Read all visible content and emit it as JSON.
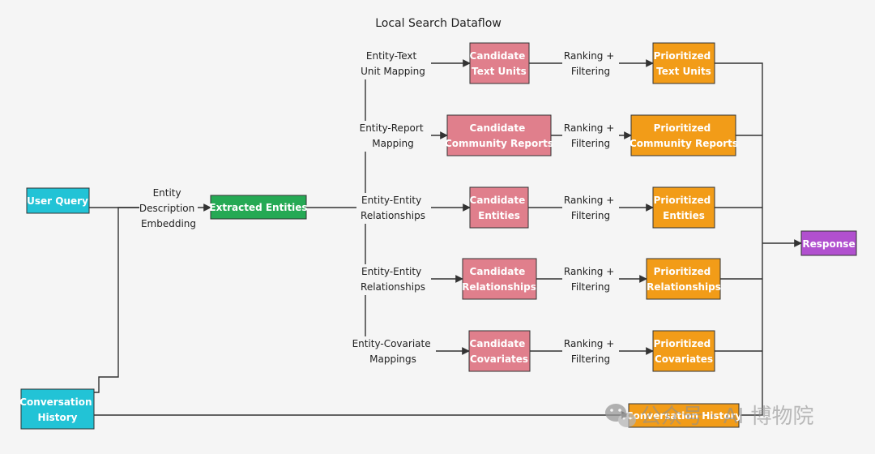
{
  "title": "Local Search Dataflow",
  "colors": {
    "input": "#22c3d6",
    "extracted": "#25a954",
    "candidate": "#e07f8c",
    "prioritized": "#f29c18",
    "response": "#b150cf",
    "edge": "#333333"
  },
  "nodes": {
    "user_query": [
      "User Query"
    ],
    "conversation_history": [
      "Conversation",
      "History"
    ],
    "extracted_entities": [
      "Extracted Entities"
    ],
    "candidate_text_units": [
      "Candidate",
      "Text Units"
    ],
    "candidate_community_reports": [
      "Candidate",
      "Community Reports"
    ],
    "candidate_entities": [
      "Candidate",
      "Entities"
    ],
    "candidate_relationships": [
      "Candidate",
      "Relationships"
    ],
    "candidate_covariates": [
      "Candidate",
      "Covariates"
    ],
    "prioritized_text_units": [
      "Prioritized",
      "Text Units"
    ],
    "prioritized_community_reports": [
      "Prioritized",
      "Community Reports"
    ],
    "prioritized_entities": [
      "Prioritized",
      "Entities"
    ],
    "prioritized_relationships": [
      "Prioritized",
      "Relationships"
    ],
    "prioritized_covariates": [
      "Prioritized",
      "Covariates"
    ],
    "conversation_history_out": [
      "Conversation History"
    ],
    "response": [
      "Response"
    ]
  },
  "edge_labels": {
    "entity_description_embedding": [
      "Entity",
      "Description",
      "Embedding"
    ],
    "entity_text_unit_mapping": [
      "Entity-Text",
      "Unit Mapping"
    ],
    "entity_report_mapping": [
      "Entity-Report",
      "Mapping"
    ],
    "entity_entity_relationships_1": [
      "Entity-Entity",
      "Relationships"
    ],
    "entity_entity_relationships_2": [
      "Entity-Entity",
      "Relationships"
    ],
    "entity_covariate_mappings": [
      "Entity-Covariate",
      "Mappings"
    ],
    "ranking_filtering": [
      "Ranking +",
      "Filtering"
    ]
  },
  "watermark": {
    "icon": "wechat-icon",
    "text": "公众号 · AI 博物院"
  }
}
